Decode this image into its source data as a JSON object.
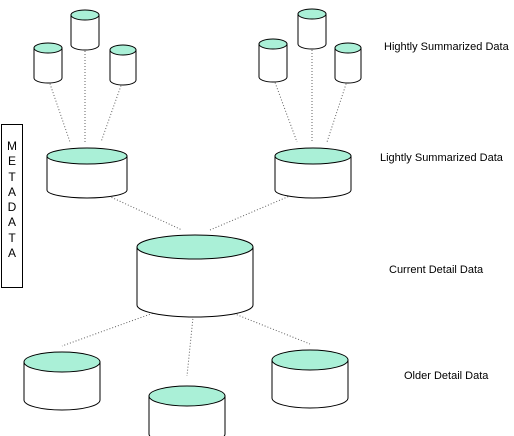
{
  "labels": {
    "highly_summarized": "Hightly Summarized Data",
    "lightly_summarized": "Lightly Summarized Data",
    "current_detail": "Current Detail Data",
    "older_detail": "Older Detail Data"
  },
  "metadata": [
    "M",
    "E",
    "T",
    "A",
    "D",
    "A",
    "T",
    "A"
  ],
  "colors": {
    "disk_top": "#aaf0d7",
    "outline": "#000000",
    "connector": "#606060",
    "background": "#ffffff"
  }
}
